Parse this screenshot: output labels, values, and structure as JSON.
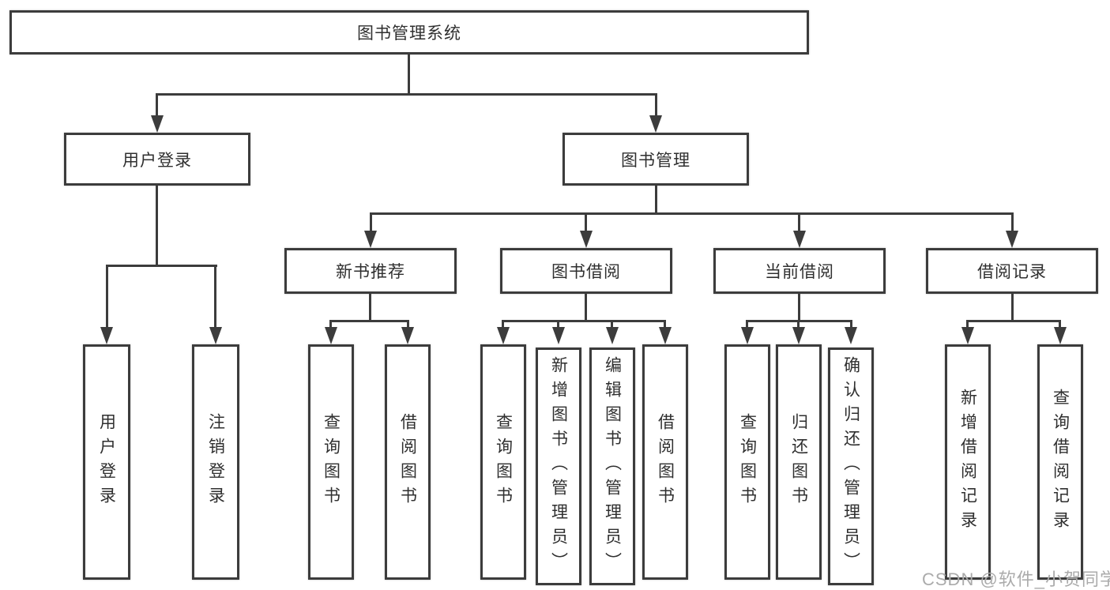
{
  "diagram": {
    "root": {
      "label": "图书管理系统"
    },
    "level2": {
      "user_login_branch": {
        "label": "用户登录"
      },
      "book_mgmt_branch": {
        "label": "图书管理"
      }
    },
    "level3": {
      "new_book_rec": {
        "label": "新书推荐"
      },
      "book_borrow": {
        "label": "图书借阅"
      },
      "current_borrow": {
        "label": "当前借阅"
      },
      "borrow_record": {
        "label": "借阅记录"
      }
    },
    "leaves": {
      "user_login": {
        "label": "用户登录"
      },
      "logout": {
        "label": "注销登录"
      },
      "query_books_rec": {
        "label": "查询图书"
      },
      "borrow_books_rec": {
        "label": "借阅图书"
      },
      "query_books_borrow": {
        "label": "查询图书"
      },
      "add_books_admin": {
        "label": "新增图书（管理员）"
      },
      "edit_books_admin": {
        "label": "编辑图书（管理员）"
      },
      "borrow_books_borrow": {
        "label": "借阅图书"
      },
      "query_books_current": {
        "label": "查询图书"
      },
      "return_books": {
        "label": "归还图书"
      },
      "confirm_return_admin": {
        "label": "确认归还（管理员）"
      },
      "add_borrow_record": {
        "label": "新增借阅记录"
      },
      "query_borrow_record": {
        "label": "查询借阅记录"
      }
    }
  },
  "watermark": {
    "text": "CSDN @软件_小贺同学"
  },
  "colors": {
    "line": "#3c3c3c",
    "box_border": "#3c3c3c",
    "text": "#2f2f2f",
    "watermark": "#ababab",
    "background": "#ffffff"
  }
}
